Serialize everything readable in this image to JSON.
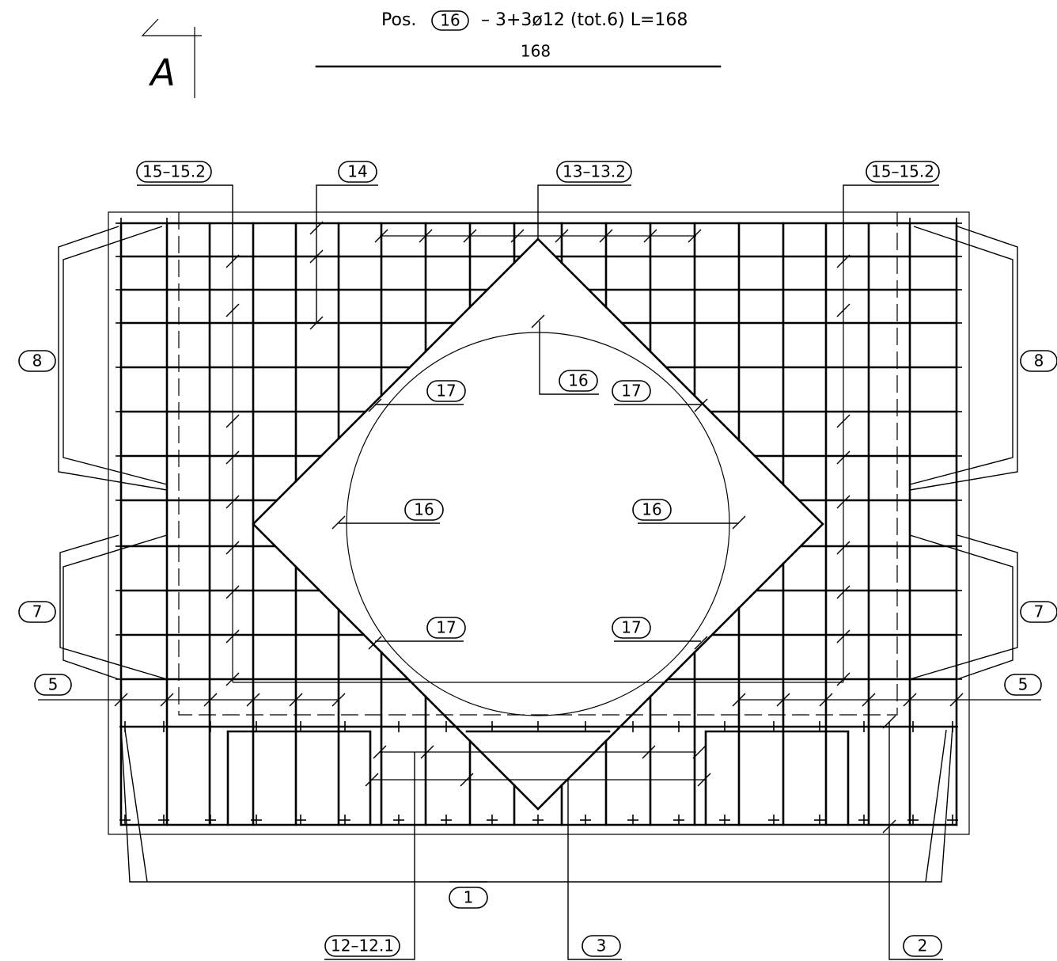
{
  "title": {
    "prefix": "Pos.",
    "position_tag": "16",
    "spec": "–  3+3ø12  (tot.6)  L=168"
  },
  "dimension": {
    "value": "168"
  },
  "section_marker": {
    "letter": "A"
  },
  "tags": {
    "t15_left": "15–15.2",
    "t14": "14",
    "t13": "13–13.2",
    "t15_right": "15–15.2",
    "t8_left": "8",
    "t8_right": "8",
    "t7_left": "7",
    "t7_right": "7",
    "t5_left": "5",
    "t5_right": "5",
    "t16_top": "16",
    "t16_left": "16",
    "t16_right": "16",
    "t17_tl": "17",
    "t17_tr": "17",
    "t17_bl": "17",
    "t17_br": "17",
    "t1": "1",
    "t12": "12–12.1",
    "t3": "3",
    "t2": "2"
  }
}
